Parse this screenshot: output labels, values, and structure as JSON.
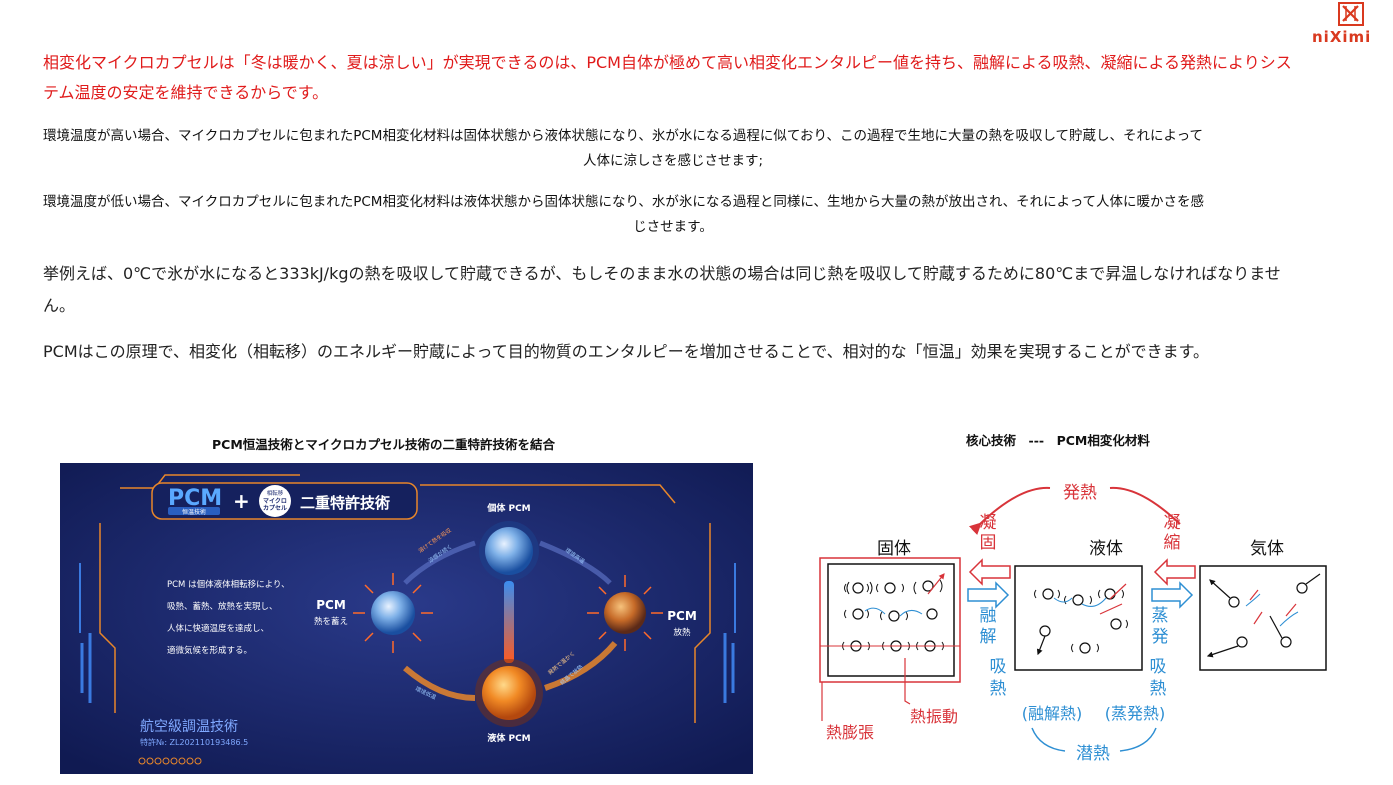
{
  "logo": {
    "text": "niXimi"
  },
  "paragraphs": {
    "intro_red": "相変化マイクロカプセルは「冬は暖かく、夏は涼しい」が実現できるのは、PCM自体が極めて高い相変化エンタルピー値を持ち、融解による吸熱、凝縮による発熱によりシステム温度の安定を維持できるからです。",
    "hot_line1": "環境温度が高い場合、マイクロカプセルに包まれたPCM相変化材料は固体状態から液体状態になり、氷が水になる過程に似ており、この過程で生地に大量の熱を吸収して貯蔵し、それによって",
    "hot_line2": "人体に涼しさを感じさせます;",
    "cold_line1": "環境温度が低い場合、マイクロカプセルに包まれたPCM相変化材料は液体状態から固体状態になり、水が氷になる過程と同様に、生地から大量の熱が放出され、それによって人体に暖かさを感",
    "cold_line2": "じさせます。",
    "example": "挙例えば、0℃で氷が水になると333kJ/kgの熱を吸収して貯蔵できるが、もしそのまま水の状態の場合は同じ熱を吸収して貯蔵するために80℃まで昇温しなければなりません。",
    "principle": "PCMはこの原理で、相変化（相転移）のエネルギー貯蔵によって目的物質のエンタルピーを増加させることで、相対的な「恒温」効果を実現することができます。"
  },
  "captions": {
    "left": "PCM恒温技術とマイクロカプセル技術の二重特許技術を結合",
    "right": "核心技術　---　PCM相変化材料"
  },
  "banner": {
    "pcm_logo": "PCM",
    "pcm_sub": "恒温技術",
    "plus": "+",
    "badge_line1": "相転移",
    "badge_line2": "マイクロ",
    "badge_line3": "カプセル",
    "patent_title": "二重特許技術",
    "solid_label": "個体 PCM",
    "liquid_label": "液体 PCM",
    "store_title": "PCM",
    "store_sub": "熱を蓄え",
    "release_title": "PCM",
    "release_sub": "放熱",
    "desc_lines": [
      "PCM は個体液体相転移により、",
      "吸熱、蓄熱、放熱を実現し、",
      "人体に快適温度を達成し、",
      "適微気候を形成する。"
    ],
    "arrow_melt": "溶けて熱を吸収",
    "arrow_cool": "涼感が続く",
    "arrow_env_high": "環境高温",
    "arrow_env_low": "環境低温",
    "arrow_warm1": "発熱で温かく",
    "arrow_warm2": "結晶で放熱",
    "aviation": "航空級調温技術",
    "patent_no": "特許№: ZL202110193486.5"
  },
  "diagram": {
    "solid": "固体",
    "liquid": "液体",
    "gas": "気体",
    "exotherm_top": "発熱",
    "condense_left": [
      "凝",
      "固"
    ],
    "condense_right": [
      "凝",
      "縮"
    ],
    "melt": [
      "融",
      "解"
    ],
    "absorb_left": [
      "吸",
      "熱"
    ],
    "evaporate": [
      "蒸",
      "発"
    ],
    "absorb_right": [
      "吸",
      "熱"
    ],
    "heat_fusion": "(融解熱)",
    "heat_evap": "(蒸発熱)",
    "latent": "潜熱",
    "thermal_expansion": "熱膨張",
    "thermal_vibration": "熱振動"
  },
  "colors": {
    "red_text": "#e01b1b",
    "logo": "#d9391f",
    "diagram_red": "#d8343a",
    "diagram_blue": "#2e8fd3",
    "banner_bg": "#15215e",
    "banner_orange": "#e8862a"
  }
}
